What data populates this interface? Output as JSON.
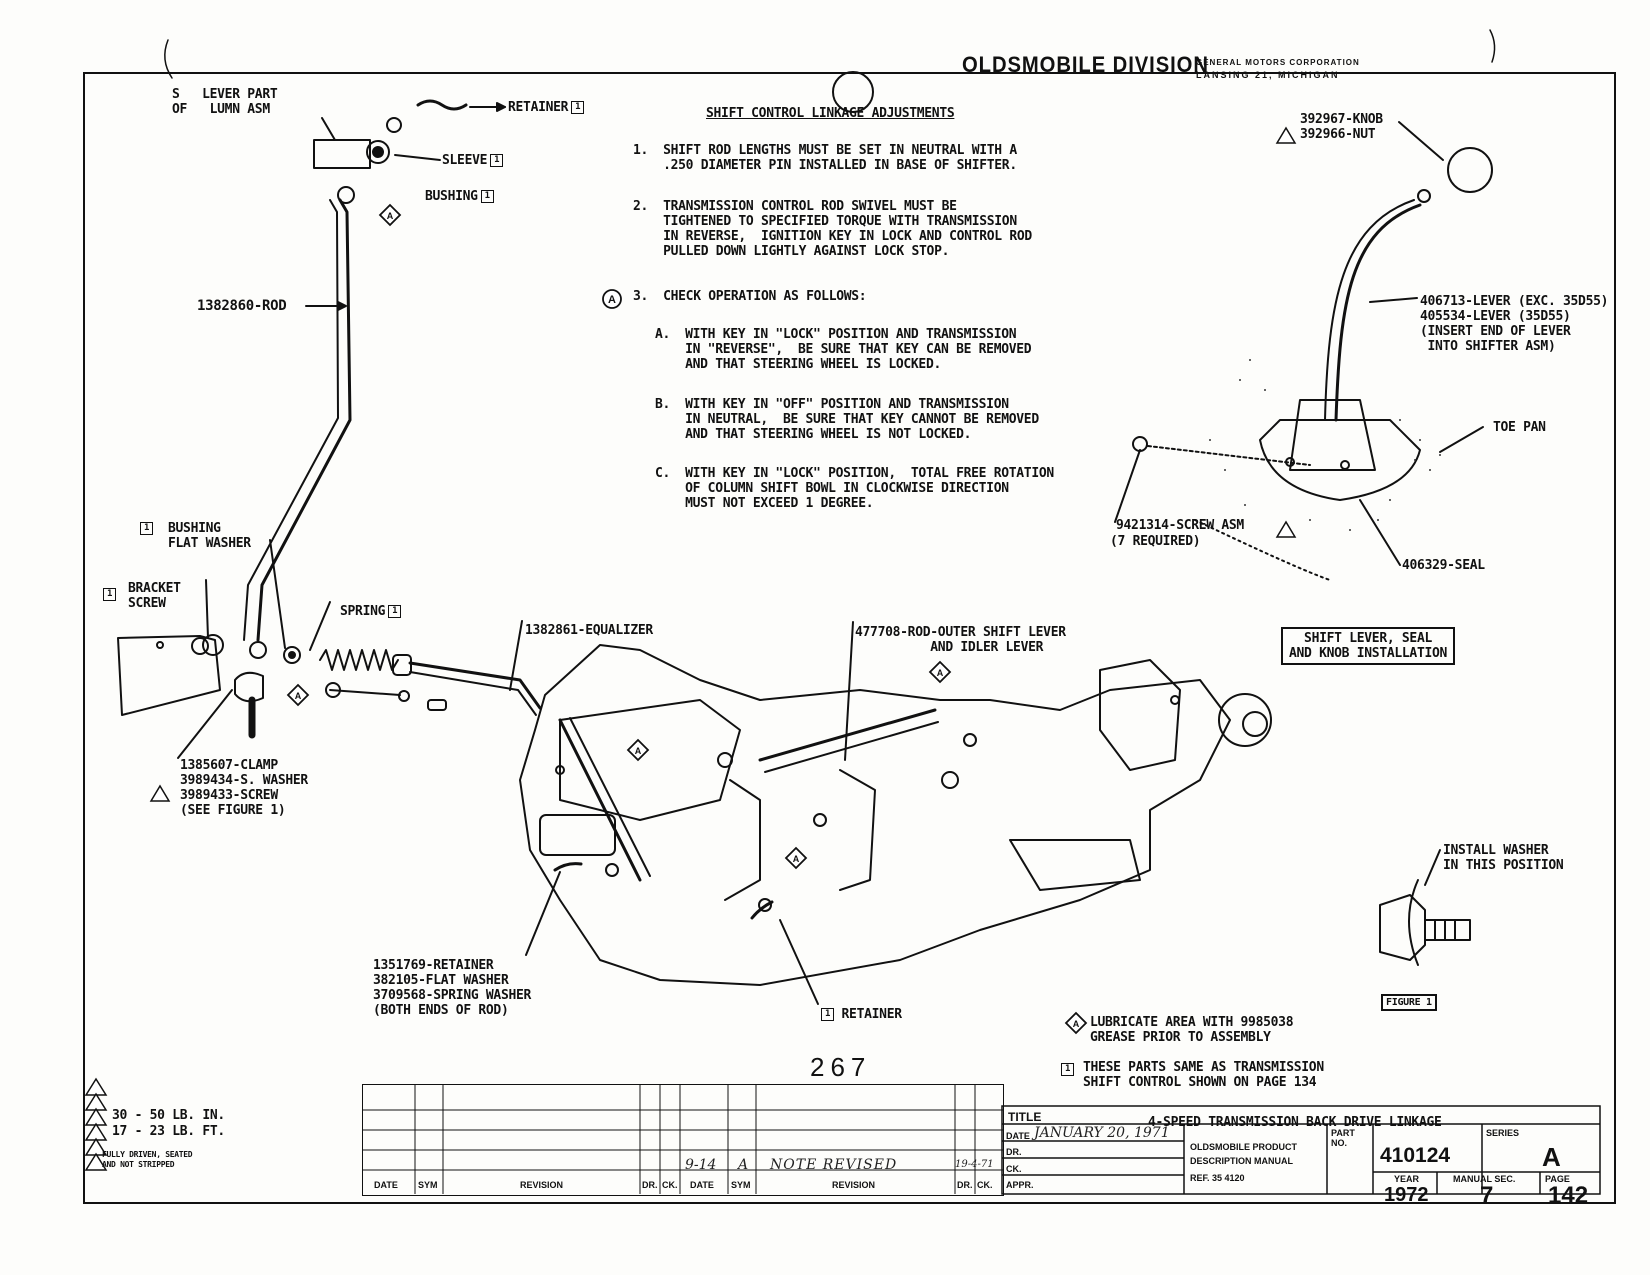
{
  "header": {
    "division": "OLDSMOBILE DIVISION",
    "corp_line1": "GENERAL MOTORS CORPORATION",
    "corp_line2": "LANSING 21, MICHIGAN"
  },
  "instructions": {
    "title": "SHIFT CONTROL LINKAGE ADJUSTMENTS",
    "step1": "1.  SHIFT ROD LENGTHS MUST BE SET IN NEUTRAL WITH A\n    .250 DIAMETER PIN INSTALLED IN BASE OF SHIFTER.",
    "step2": "2.  TRANSMISSION CONTROL ROD SWIVEL MUST BE\n    TIGHTENED TO SPECIFIED TORQUE WITH TRANSMISSION\n    IN REVERSE,  IGNITION KEY IN LOCK AND CONTROL ROD\n    PULLED DOWN LIGHTLY AGAINST LOCK STOP.",
    "step3_marker": "A",
    "step3": "3.  CHECK OPERATION AS FOLLOWS:",
    "stepA": "A.  WITH KEY IN \"LOCK\" POSITION AND TRANSMISSION\n    IN \"REVERSE\",  BE SURE THAT KEY CAN BE REMOVED\n    AND THAT STEERING WHEEL IS LOCKED.",
    "stepB": "B.  WITH KEY IN \"OFF\" POSITION AND TRANSMISSION\n    IN NEUTRAL,  BE SURE THAT KEY CANNOT BE REMOVED\n    AND THAT STEERING WHEEL IS NOT LOCKED.",
    "stepC": "C.  WITH KEY IN \"LOCK\" POSITION,  TOTAL FREE ROTATION\n    OF COLUMN SHIFT BOWL IN CLOCKWISE DIRECTION\n    MUST NOT EXCEED 1 DEGREE."
  },
  "labels": {
    "lever_part": "S   LEVER PART\nOF   LUMN ASM",
    "retainer_top": "RETAINER",
    "sleeve": "SLEEVE",
    "bushing_top": "BUSHING",
    "rod": "1382860-ROD",
    "bushing_flat": "BUSHING\nFLAT WASHER",
    "bracket_screw": "BRACKET\nSCREW",
    "spring": "SPRING",
    "equalizer": "1382861-EQUALIZER",
    "clamp": "1385607-CLAMP\n3989434-S. WASHER\n3989433-SCREW\n(SEE FIGURE 1)",
    "outer_rod": "477708-ROD-OUTER SHIFT LEVER\n          AND IDLER LEVER",
    "retainer_bottom": "1351769-RETAINER\n382105-FLAT WASHER\n3709568-SPRING WASHER\n(BOTH ENDS OF ROD)",
    "retainer_mid": "RETAINER",
    "knob": "392967-KNOB\n392966-NUT",
    "lever": "406713-LEVER (EXC. 35D55)\n405534-LEVER (35D55)\n(INSERT END OF LEVER\n INTO SHIFTER ASM)",
    "toe_pan": "TOE PAN",
    "screw_asm": "9421314-SCREW ASM",
    "screw_req": "(7 REQUIRED)",
    "seal": "406329-SEAL",
    "shift_box": "SHIFT LEVER, SEAL\nAND KNOB INSTALLATION",
    "install_washer": "INSTALL WASHER\nIN THIS POSITION",
    "figure1": "FIGURE 1",
    "lubricate": "LUBRICATE AREA WITH 9985038\nGREASE PRIOR TO ASSEMBLY",
    "same_parts": "THESE PARTS SAME AS TRANSMISSION\nSHIFT CONTROL SHOWN ON PAGE 134",
    "page_num": "267"
  },
  "legend": {
    "torque1": "30 - 50 LB. IN.",
    "torque2": "17 - 23 LB. FT.",
    "fully": "FULLY DRIVEN, SEATED\nAND NOT STRIPPED"
  },
  "title_block": {
    "title_label": "TITLE",
    "title": "4-SPEED TRANSMISSION BACK DRIVE LINKAGE",
    "date_label": "DATE",
    "date_value": "JANUARY 20, 1971",
    "dr_label": "DR.",
    "ck_label": "CK.",
    "appr_label": "APPR.",
    "product_line1": "OLDSMOBILE PRODUCT",
    "product_line2": "DESCRIPTION MANUAL",
    "part_label": "PART\nNO.",
    "part_no": "410124",
    "series_label": "SERIES",
    "series": "A",
    "ref": "REF. 35 4120",
    "year_label": "YEAR",
    "year": "1972",
    "manual_label": "MANUAL  SEC.",
    "manual": "7",
    "page_label": "PAGE",
    "page": "142",
    "rev_headers": [
      "DATE",
      "SYM",
      "REVISION",
      "DR.",
      "CK.",
      "DATE",
      "SYM",
      "REVISION",
      "DR.",
      "CK."
    ],
    "rev_date": "9-14",
    "rev_sym": "A",
    "rev_text": "NOTE REVISED",
    "rev_dr": "19-4-71"
  }
}
